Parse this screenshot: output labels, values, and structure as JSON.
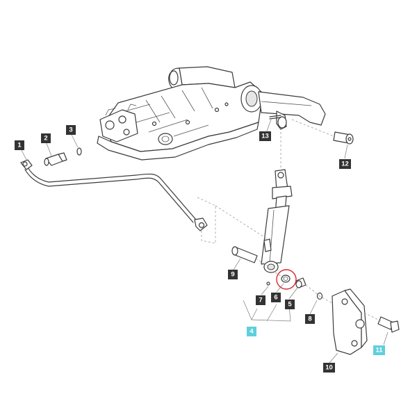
{
  "callouts": [
    {
      "id": "c1",
      "label": "1",
      "highlighted": false
    },
    {
      "id": "c2",
      "label": "2",
      "highlighted": false
    },
    {
      "id": "c3",
      "label": "3",
      "highlighted": false
    },
    {
      "id": "c4",
      "label": "4",
      "highlighted": true
    },
    {
      "id": "c5",
      "label": "5",
      "highlighted": false
    },
    {
      "id": "c6",
      "label": "6",
      "highlighted": false
    },
    {
      "id": "c7",
      "label": "7",
      "highlighted": false
    },
    {
      "id": "c8",
      "label": "8",
      "highlighted": false
    },
    {
      "id": "c9",
      "label": "9",
      "highlighted": false
    },
    {
      "id": "c10",
      "label": "10",
      "highlighted": false
    },
    {
      "id": "c11",
      "label": "11",
      "highlighted": true
    },
    {
      "id": "c12",
      "label": "12",
      "highlighted": false
    },
    {
      "id": "c13",
      "label": "13",
      "highlighted": false
    }
  ],
  "colors": {
    "callout_default_bg": "#333333",
    "callout_default_text": "#ffffff",
    "callout_highlight_bg": "#5fcfdc",
    "callout_highlight_text": "#ffffff",
    "highlight_ring": "#d9262b"
  }
}
